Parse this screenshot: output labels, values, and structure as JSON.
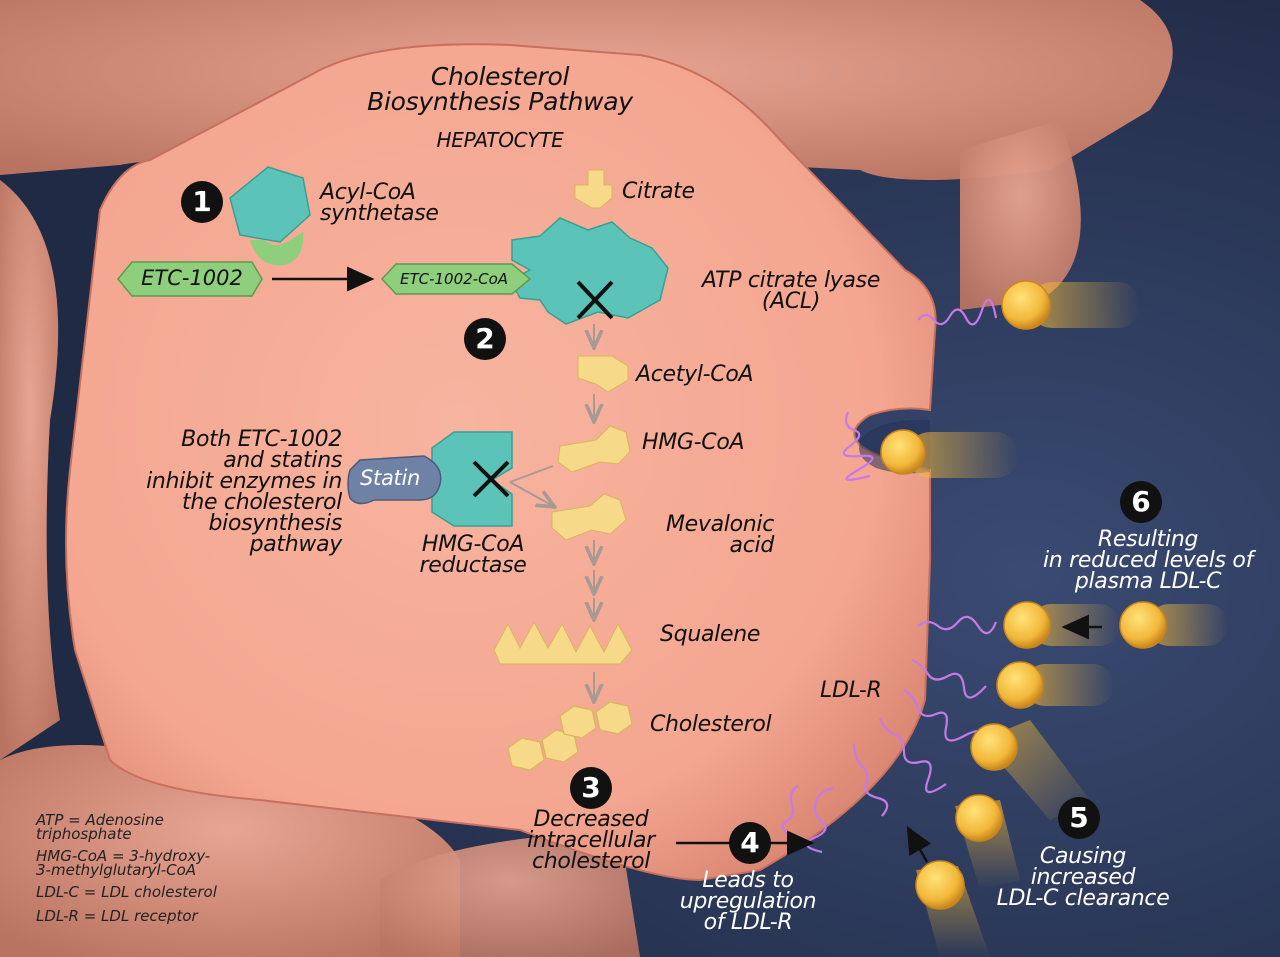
{
  "title": {
    "line1": "Cholesterol",
    "line2": "Biosynthesis Pathway",
    "subtitle": "HEPATOCYTE"
  },
  "steps": {
    "s1": "1",
    "s2": "2",
    "s3": "3",
    "s4": "4",
    "s5": "5",
    "s6": "6"
  },
  "labels": {
    "acyl_line1": "Acyl-CoA",
    "acyl_line2": "synthetase",
    "citrate": "Citrate",
    "etc1002": "ETC-1002",
    "etc1002_coa": "ETC-1002-CoA",
    "acl_line1": "ATP citrate lyase",
    "acl_line2": "(ACL)",
    "acetyl_coa": "Acetyl-CoA",
    "hmg_coa": "HMG-CoA",
    "mevalonic_line1": "Mevalonic",
    "mevalonic_line2": "acid",
    "squalene": "Squalene",
    "cholesterol": "Cholesterol",
    "statin": "Statin",
    "hmgr_line1": "HMG-CoA",
    "hmgr_line2": "reductase",
    "both_lines": [
      "Both ETC-1002",
      "and statins",
      "inhibit enzymes in",
      "the cholesterol",
      "biosynthesis",
      "pathway"
    ],
    "ldlr": "LDL-R",
    "decreased_lines": [
      "Decreased",
      "intracellular",
      "cholesterol"
    ],
    "leads_lines": [
      "Leads to",
      "upregulation",
      "of LDL-R"
    ],
    "causing_lines": [
      "Causing",
      "increased",
      "LDL-C clearance"
    ],
    "resulting_lines": [
      "Resulting",
      "in reduced levels of",
      "plasma LDL-C"
    ]
  },
  "legend": [
    [
      "ATP = Adenosine",
      "triphosphate"
    ],
    [
      "HMG-CoA = 3-hydroxy-",
      "3-methylglutaryl-CoA"
    ],
    [
      "LDL-C = LDL cholesterol"
    ],
    [
      "LDL-R = LDL receptor"
    ]
  ],
  "colors": {
    "cell": "#f4a690",
    "cell_dark": "#d98672",
    "background": "#2c3a5c",
    "enzyme": "#5cc3b9",
    "prodrug": "#8fce7c",
    "metabolite": "#f7d98a",
    "statin": "#6f82a6",
    "ldl": "#f2b83a",
    "receptor": "#c779e6"
  },
  "icons": [
    "inhibition-x-icon",
    "arrow-icon",
    "ldl-particle-icon",
    "ldl-receptor-icon"
  ]
}
